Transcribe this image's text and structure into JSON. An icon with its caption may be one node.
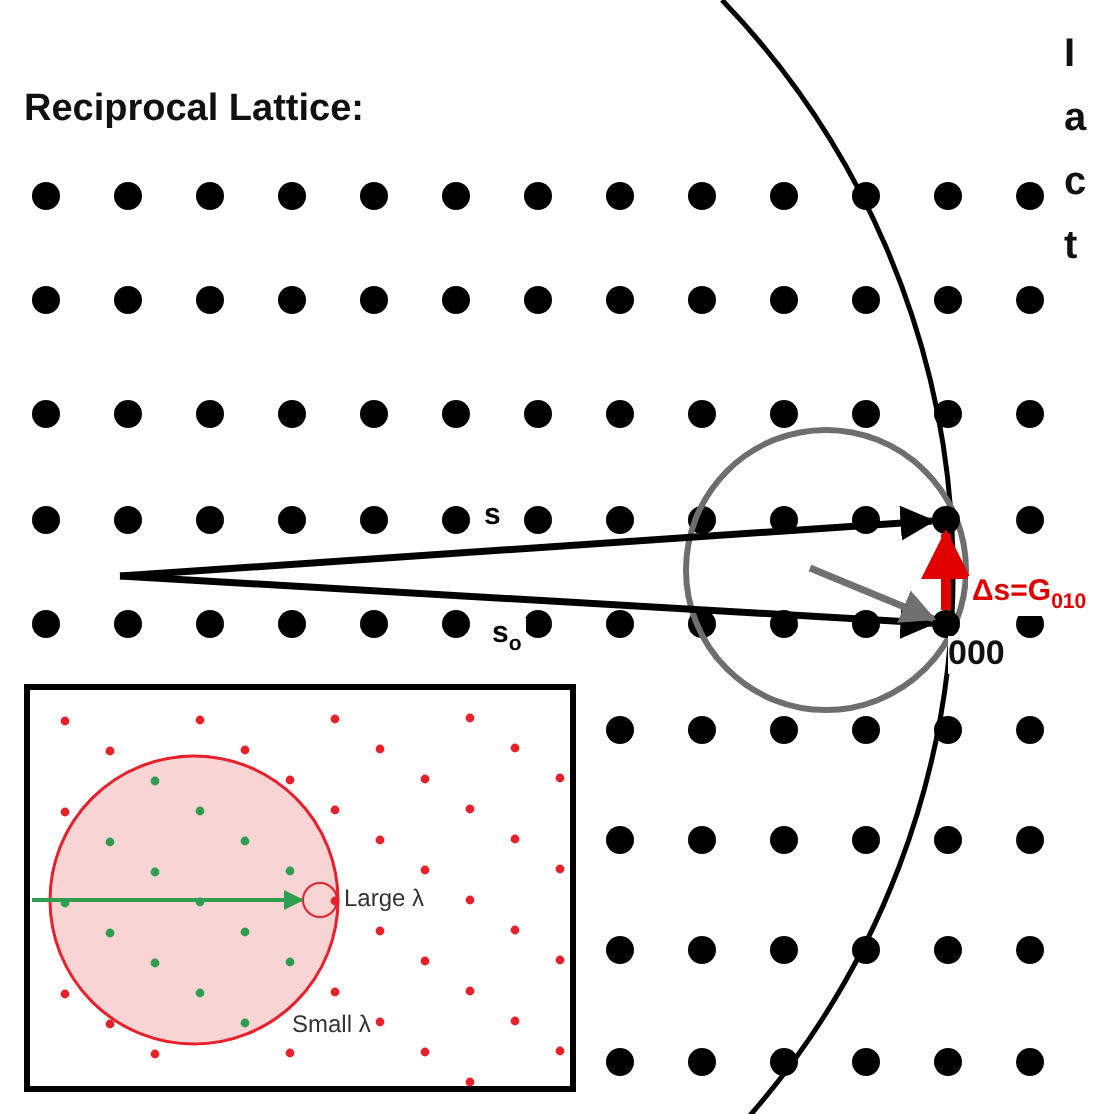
{
  "diagram": {
    "title": "Reciprocal Lattice:",
    "nodes": [
      {
        "text": [],
        "shape": "circle"
      },
      {
        "text": [],
        "shape": "circle",
        "beside": [
          "000"
        ]
      },
      {
        "text": [],
        "shape": "box"
      },
      {
        "text": [],
        "shape": "circle",
        "in": 2,
        "beside": [
          "Large λ"
        ]
      }
    ],
    "edges": [
      {
        "from": null,
        "to": 0,
        "arrow": "to",
        "label": "s"
      },
      {
        "from": null,
        "to": 1,
        "arrow": "to",
        "label": "s$_{o}$"
      },
      {
        "from": 1,
        "to": 0,
        "arrow": "to",
        "label": "Δs=G$_{010}$",
        "color": "#e00000"
      },
      {
        "from": null,
        "to": 1,
        "arrow": "to",
        "color": "#707070"
      },
      {
        "from": null,
        "to": 3,
        "arrow": "to",
        "color": "#2e9e4e"
      }
    ],
    "labels": [
      "Small λ",
      "I",
      "a",
      "c",
      "t"
    ]
  }
}
